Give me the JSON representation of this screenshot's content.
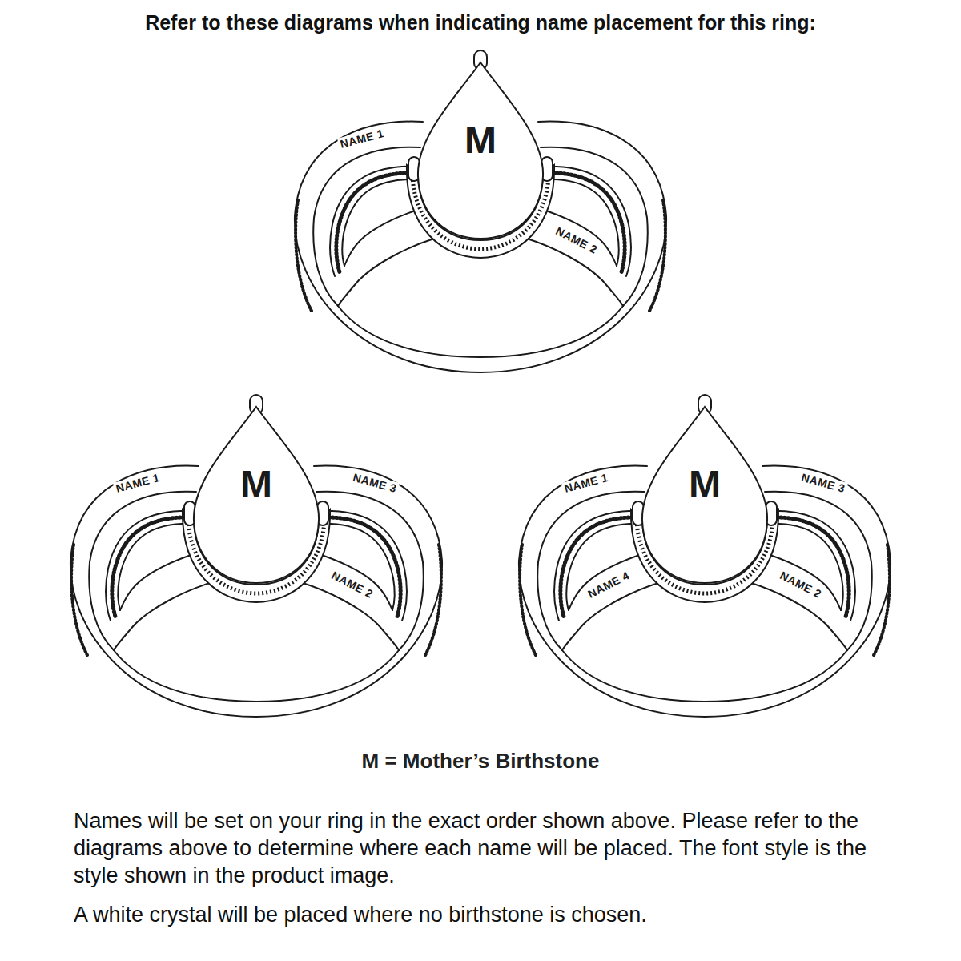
{
  "diagram": {
    "title": "Refer to these diagrams when indicating name placement for this ring:",
    "nodes": [
      {
        "text": [
          "M"
        ]
      },
      {
        "text": [
          "M"
        ]
      },
      {
        "text": [
          "M"
        ]
      }
    ],
    "labels": [
      "NAME 1",
      "NAME 2",
      "NAME 1",
      "NAME 3",
      "NAME 2",
      "NAME 1",
      "NAME 3",
      "NAME 4",
      "NAME 2",
      "M = Mother’s Birthstone",
      "Names will be set on your ring in the exact order shown above. Please refer to the diagrams above to determine where each name will be placed. The font style is the style shown in the product image.",
      "A white crystal will be placed where no birthstone is chosen."
    ]
  }
}
